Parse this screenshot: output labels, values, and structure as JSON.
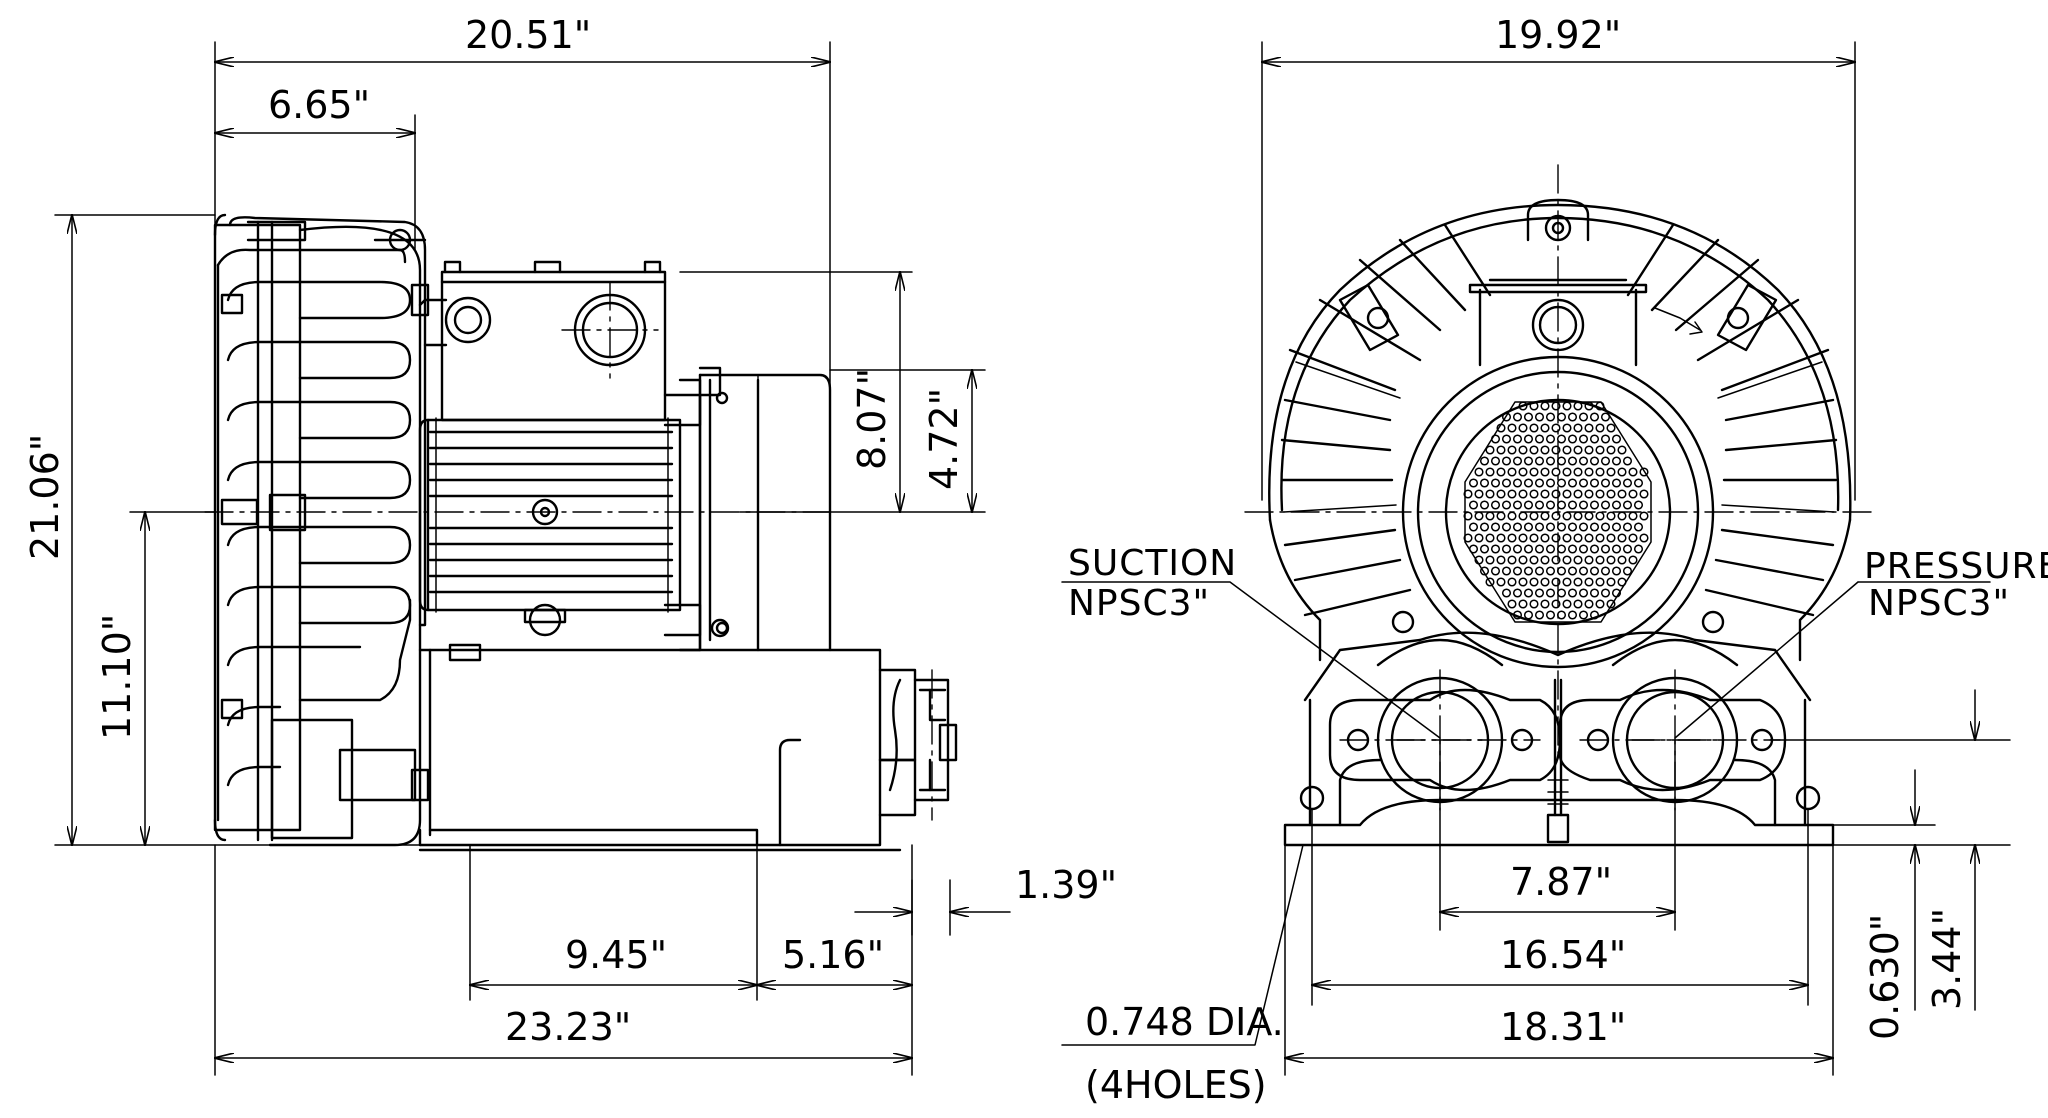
{
  "dimensions": {
    "side_overall_width_top": "20.51\"",
    "side_motor_offset": "6.65\"",
    "side_height_total": "21.06\"",
    "side_shaft_height": "11.10\"",
    "side_box_height": "8.07\"",
    "side_box_upper": "4.72\"",
    "side_base_offset": "1.39\"",
    "side_base_span": "9.45\"",
    "side_base_end": "5.16\"",
    "side_overall_width_bottom": "23.23\"",
    "front_overall_width": "19.92\"",
    "front_port_spacing": "7.87\"",
    "front_hole_spacing": "16.54\"",
    "front_base_width": "18.31\"",
    "front_foot_height": "0.630\"",
    "front_port_height": "3.44\""
  },
  "labels": {
    "suction_title": "SUCTION",
    "suction_thread": "NPSC3\"",
    "pressure_title": "PRESSURE",
    "pressure_thread": "NPSC3\"",
    "hole_dia": "0.748 DIA.",
    "hole_count": "(4HOLES)"
  }
}
